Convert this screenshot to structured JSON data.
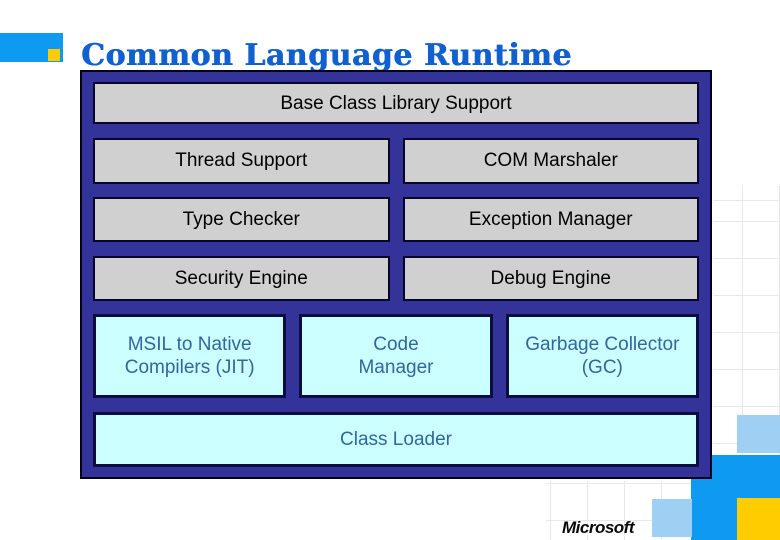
{
  "slide": {
    "title": "Common Language Runtime",
    "footer_logo": "Microsoft"
  },
  "diagram": {
    "base_class": "Base Class Library Support",
    "gray_boxes": [
      "Thread Support",
      "COM Marshaler",
      "Type Checker",
      "Exception Manager",
      "Security Engine",
      "Debug Engine"
    ],
    "cyan_boxes": [
      "MSIL to Native Compilers (JIT)",
      "Code Manager",
      "Garbage Collector (GC)"
    ],
    "class_loader": "Class Loader"
  },
  "colors": {
    "accent_blue": "#0d9af0",
    "light_blue": "#9fd0f3",
    "yellow": "#ffcc00",
    "navy": "#333399",
    "title_blue": "#1060d0",
    "box_gray": "#d0d0d0",
    "box_cyan": "#ccffff",
    "cyan_text": "#336699",
    "grid_line": "#e8e8e8"
  }
}
